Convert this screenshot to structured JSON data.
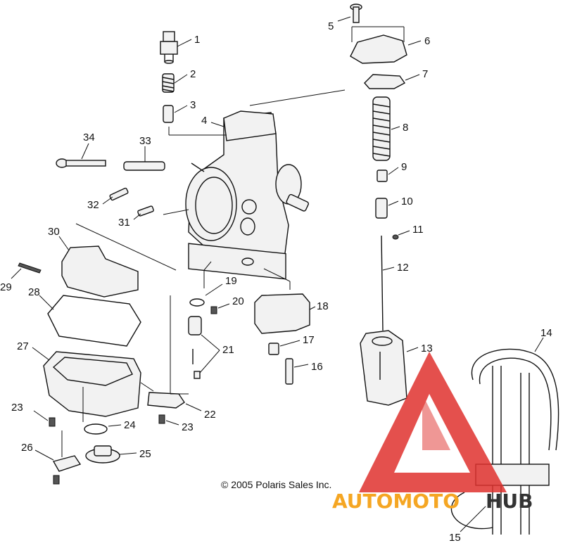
{
  "diagram": {
    "labels": [
      "1",
      "2",
      "3",
      "4",
      "5",
      "6",
      "7",
      "8",
      "9",
      "10",
      "11",
      "12",
      "13",
      "14",
      "15",
      "16",
      "17",
      "18",
      "19",
      "20",
      "21",
      "22",
      "23",
      "23",
      "24",
      "25",
      "26",
      "27",
      "28",
      "29",
      "30",
      "31",
      "32",
      "33",
      "34"
    ],
    "copyright": "© 2005 Polaris Sales Inc.",
    "watermark": {
      "text_orange": "AUTOMOTO",
      "text_dark": "HUB"
    }
  },
  "colors": {
    "line": "#111111",
    "watermark_red": "#e0322f",
    "watermark_orange": "#f5a623",
    "watermark_dark": "#333333"
  }
}
